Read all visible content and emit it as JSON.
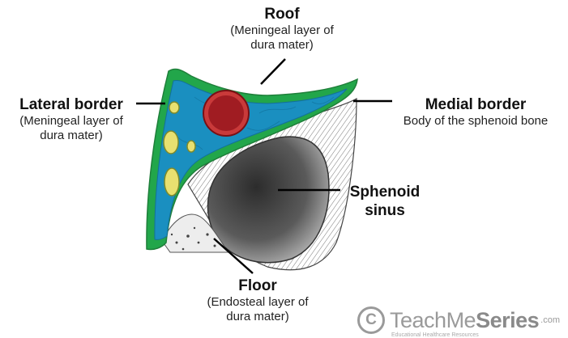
{
  "labels": {
    "roof": {
      "title": "Roof",
      "line1": "(Meningeal layer of",
      "line2": "dura mater)"
    },
    "lateral": {
      "title": "Lateral border",
      "line1": "(Meningeal layer of",
      "line2": "dura mater)"
    },
    "medial": {
      "title": "Medial border",
      "line1": "Body of the sphenoid bone"
    },
    "sphenoid": {
      "line1": "Sphenoid",
      "line2": "sinus"
    },
    "floor": {
      "title": "Floor",
      "line1": "(Endosteal layer of",
      "line2": "dura mater)"
    }
  },
  "logo": {
    "symbol": "C",
    "name_light": "TeachMe",
    "name_bold": "Series",
    "tld": ".com",
    "tagline": "Educational Healthcare Resources"
  },
  "colors": {
    "sinus_blue": "#1a8fc0",
    "dura_green": "#22a64a",
    "artery_red": "#a01c22",
    "nerve_yellow": "#e8e070"
  }
}
